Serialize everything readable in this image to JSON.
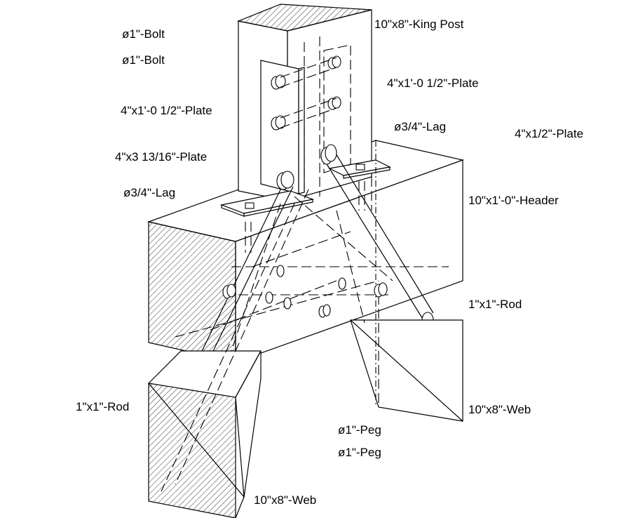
{
  "labels": {
    "king_post": "10\"x8\"-King Post",
    "bolt_1": "ø1\"-Bolt",
    "bolt_2": "ø1\"-Bolt",
    "plate_left": "4\"x1'-0 1/2\"-Plate",
    "plate_right": "4\"x1'-0 1/2\"-Plate",
    "plate_small": "4\"x3 13/16\"-Plate",
    "plate_half": "4\"x1/2\"-Plate",
    "lag_left": "ø3/4\"-Lag",
    "lag_right": "ø3/4\"-Lag",
    "header": "10\"x1'-0\"-Header",
    "rod_right": "1\"x1\"-Rod",
    "rod_left": "1\"x1\"-Rod",
    "web_right": "10\"x8\"-Web",
    "web_bottom": "10\"x8\"-Web",
    "peg_1": "ø1\"-Peg",
    "peg_2": "ø1\"-Peg"
  },
  "colors": {
    "line": "#000000",
    "background": "#ffffff",
    "rod_end_fill": "#888888"
  }
}
